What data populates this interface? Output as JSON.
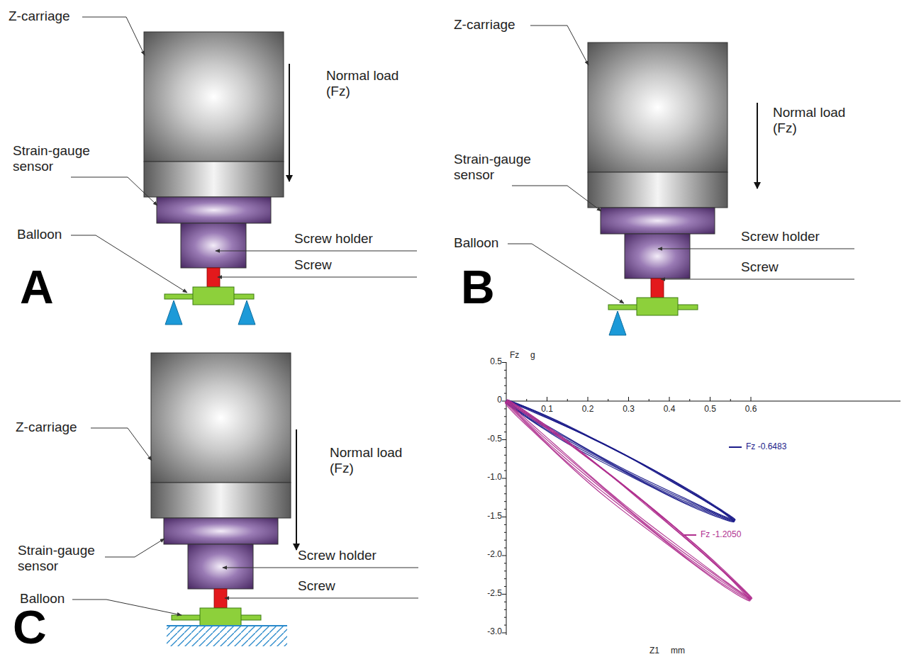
{
  "diagram": {
    "labels": [
      "Z-carriage",
      "Normal load (Fz)",
      "Strain-gauge sensor",
      "Balloon",
      "Screw holder",
      "Screw",
      "A",
      "Z-carriage",
      "Normal load (Fz)",
      "Strain-gauge sensor",
      "Balloon",
      "Screw holder",
      "Screw",
      "B",
      "Z-carriage",
      "Normal load (Fz)",
      "Strain-gauge sensor",
      "Balloon",
      "Screw holder",
      "Screw",
      "C",
      "Fz",
      "g",
      "0.5",
      "0",
      "-0.5",
      "-1.0",
      "-1.5",
      "-2.0",
      "-2.5",
      "-3.0",
      "0.1",
      "0.2",
      "0.3",
      "0.4",
      "0.5",
      "0.6",
      "Z1",
      "mm"
    ],
    "legend": [
      {
        "text": "Fz -0.6483"
      },
      {
        "text": "Fz -1.2050"
      }
    ]
  }
}
